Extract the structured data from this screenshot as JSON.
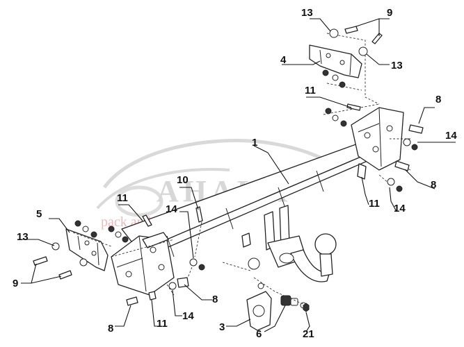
{
  "watermark": {
    "brand": "AHAKA",
    "tagline": "pack and travel"
  },
  "labels": [
    {
      "id": "l13a",
      "text": "13"
    },
    {
      "id": "l9a",
      "text": "9"
    },
    {
      "id": "l4",
      "text": "4"
    },
    {
      "id": "l13b",
      "text": "13"
    },
    {
      "id": "l11a",
      "text": "11"
    },
    {
      "id": "l8a",
      "text": "8"
    },
    {
      "id": "l14a",
      "text": "14"
    },
    {
      "id": "l1",
      "text": "1"
    },
    {
      "id": "l8b",
      "text": "8"
    },
    {
      "id": "l10",
      "text": "10"
    },
    {
      "id": "l11b",
      "text": "11"
    },
    {
      "id": "l14b",
      "text": "14"
    },
    {
      "id": "l5",
      "text": "5"
    },
    {
      "id": "l11c",
      "text": "11"
    },
    {
      "id": "l14c",
      "text": "14"
    },
    {
      "id": "l13c",
      "text": "13"
    },
    {
      "id": "l9b",
      "text": "9"
    },
    {
      "id": "l8c",
      "text": "8"
    },
    {
      "id": "l11d",
      "text": "11"
    },
    {
      "id": "l14d",
      "text": "14"
    },
    {
      "id": "l3",
      "text": "3"
    },
    {
      "id": "l6",
      "text": "6"
    },
    {
      "id": "l21",
      "text": "21"
    }
  ]
}
